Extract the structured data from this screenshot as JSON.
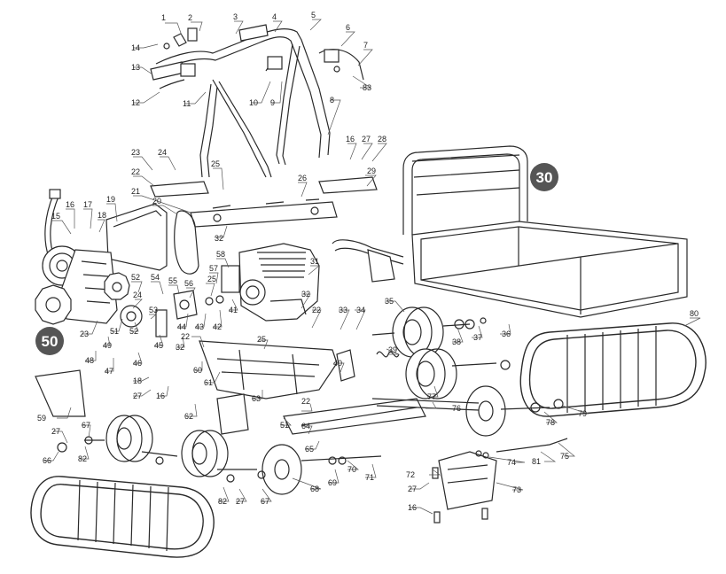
{
  "badges": {
    "cart": "30",
    "drive": "50"
  },
  "colors": {
    "line": "#2a2a2a",
    "badge": "#555555",
    "background": "#ffffff"
  },
  "callouts": [
    {
      "key": "c1",
      "text": "1"
    },
    {
      "key": "c2",
      "text": "2"
    },
    {
      "key": "c3",
      "text": "3"
    },
    {
      "key": "c4",
      "text": "4"
    },
    {
      "key": "c5",
      "text": "5"
    },
    {
      "key": "c6",
      "text": "6"
    },
    {
      "key": "c7",
      "text": "7"
    },
    {
      "key": "c83",
      "text": "83"
    },
    {
      "key": "c14",
      "text": "14"
    },
    {
      "key": "c13",
      "text": "13"
    },
    {
      "key": "c12",
      "text": "12"
    },
    {
      "key": "c11",
      "text": "11"
    },
    {
      "key": "c10",
      "text": "10"
    },
    {
      "key": "c9",
      "text": "9"
    },
    {
      "key": "c8",
      "text": "8"
    },
    {
      "key": "c16a",
      "text": "16"
    },
    {
      "key": "c27a",
      "text": "27"
    },
    {
      "key": "c28",
      "text": "28"
    },
    {
      "key": "c29",
      "text": "29"
    },
    {
      "key": "c23",
      "text": "23"
    },
    {
      "key": "c24a",
      "text": "24"
    },
    {
      "key": "c22a",
      "text": "22"
    },
    {
      "key": "c25a",
      "text": "25"
    },
    {
      "key": "c21",
      "text": "21"
    },
    {
      "key": "c26",
      "text": "26"
    },
    {
      "key": "c19",
      "text": "19"
    },
    {
      "key": "c20",
      "text": "20"
    },
    {
      "key": "c32a",
      "text": "32"
    },
    {
      "key": "c16b",
      "text": "16"
    },
    {
      "key": "c17",
      "text": "17"
    },
    {
      "key": "c18a",
      "text": "18"
    },
    {
      "key": "c15",
      "text": "15"
    },
    {
      "key": "c58",
      "text": "58"
    },
    {
      "key": "c31",
      "text": "31"
    },
    {
      "key": "c57",
      "text": "57"
    },
    {
      "key": "c52a",
      "text": "52"
    },
    {
      "key": "c54",
      "text": "54"
    },
    {
      "key": "c55",
      "text": "55"
    },
    {
      "key": "c56",
      "text": "56"
    },
    {
      "key": "c25b",
      "text": "25"
    },
    {
      "key": "c24b",
      "text": "24"
    },
    {
      "key": "c53",
      "text": "53"
    },
    {
      "key": "c23b",
      "text": "23"
    },
    {
      "key": "c51a",
      "text": "51"
    },
    {
      "key": "c52b",
      "text": "52"
    },
    {
      "key": "c44",
      "text": "44"
    },
    {
      "key": "c43",
      "text": "43"
    },
    {
      "key": "c42",
      "text": "42"
    },
    {
      "key": "c41",
      "text": "41"
    },
    {
      "key": "c32b",
      "text": "32"
    },
    {
      "key": "c22b",
      "text": "22"
    },
    {
      "key": "c33",
      "text": "33"
    },
    {
      "key": "c34",
      "text": "34"
    },
    {
      "key": "c35",
      "text": "35"
    },
    {
      "key": "c38",
      "text": "38"
    },
    {
      "key": "c37",
      "text": "37"
    },
    {
      "key": "c36",
      "text": "36"
    },
    {
      "key": "c80",
      "text": "80"
    },
    {
      "key": "c39",
      "text": "39"
    },
    {
      "key": "c49",
      "text": "49"
    },
    {
      "key": "c48",
      "text": "48"
    },
    {
      "key": "c47",
      "text": "47"
    },
    {
      "key": "c46",
      "text": "46"
    },
    {
      "key": "c45",
      "text": "45"
    },
    {
      "key": "c32c",
      "text": "32"
    },
    {
      "key": "c22c",
      "text": "22"
    },
    {
      "key": "c25c",
      "text": "25"
    },
    {
      "key": "c60",
      "text": "60"
    },
    {
      "key": "c61",
      "text": "61"
    },
    {
      "key": "c18b",
      "text": "18"
    },
    {
      "key": "c27b",
      "text": "27"
    },
    {
      "key": "c16c",
      "text": "16"
    },
    {
      "key": "c62",
      "text": "62"
    },
    {
      "key": "c63",
      "text": "63"
    },
    {
      "key": "c40",
      "text": "40"
    },
    {
      "key": "c77",
      "text": "77"
    },
    {
      "key": "c76",
      "text": "76"
    },
    {
      "key": "c78",
      "text": "78"
    },
    {
      "key": "c79",
      "text": "79"
    },
    {
      "key": "c59",
      "text": "59"
    },
    {
      "key": "c27c",
      "text": "27"
    },
    {
      "key": "c67a",
      "text": "67"
    },
    {
      "key": "c66",
      "text": "66"
    },
    {
      "key": "c82a",
      "text": "82"
    },
    {
      "key": "c51b",
      "text": "51"
    },
    {
      "key": "c22d",
      "text": "22"
    },
    {
      "key": "c64",
      "text": "64"
    },
    {
      "key": "c65",
      "text": "65"
    },
    {
      "key": "c70",
      "text": "70"
    },
    {
      "key": "c71",
      "text": "71"
    },
    {
      "key": "c69",
      "text": "69"
    },
    {
      "key": "c68",
      "text": "68"
    },
    {
      "key": "c82b",
      "text": "82"
    },
    {
      "key": "c27d",
      "text": "27"
    },
    {
      "key": "c67b",
      "text": "67"
    },
    {
      "key": "c72",
      "text": "72"
    },
    {
      "key": "c27e",
      "text": "27"
    },
    {
      "key": "c16d",
      "text": "16"
    },
    {
      "key": "c73",
      "text": "73"
    },
    {
      "key": "c74",
      "text": "74"
    },
    {
      "key": "c81",
      "text": "81"
    },
    {
      "key": "c75",
      "text": "75"
    }
  ]
}
